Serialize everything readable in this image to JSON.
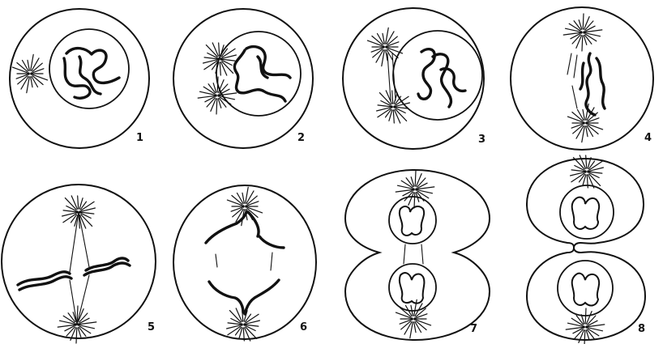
{
  "figure": {
    "panels": [
      {
        "label": "1"
      },
      {
        "label": "2"
      },
      {
        "label": "3"
      },
      {
        "label": "4"
      },
      {
        "label": "5"
      },
      {
        "label": "6"
      },
      {
        "label": "7"
      },
      {
        "label": "8"
      }
    ]
  }
}
